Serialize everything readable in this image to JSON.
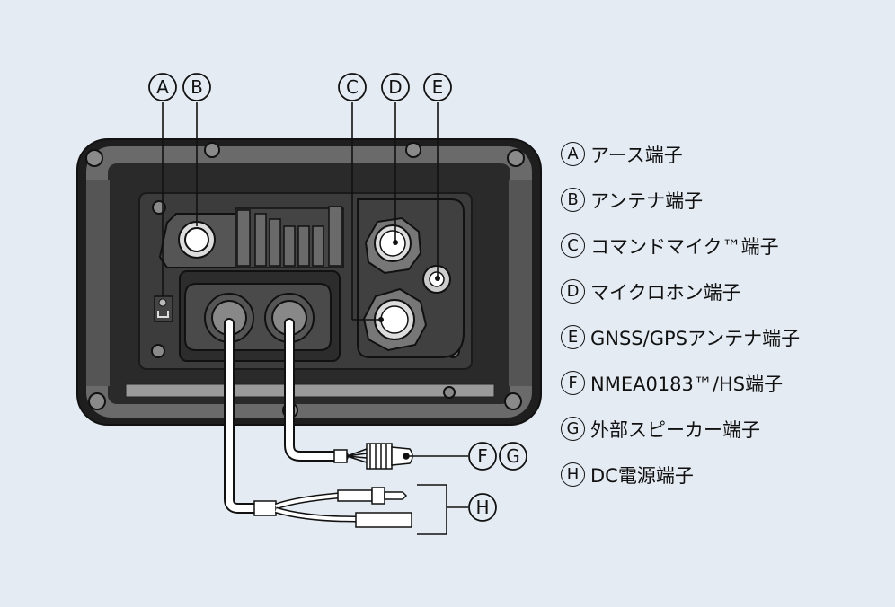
{
  "callouts": {
    "a": "A",
    "b": "B",
    "c": "C",
    "d": "D",
    "e": "E",
    "f": "F",
    "g": "G",
    "h": "H"
  },
  "legend": [
    {
      "letter": "A",
      "label": "アース端子"
    },
    {
      "letter": "B",
      "label": "アンテナ端子"
    },
    {
      "letter": "C",
      "label": "コマンドマイク™端子"
    },
    {
      "letter": "D",
      "label": "マイクロホン端子"
    },
    {
      "letter": "E",
      "label": "GNSS/GPSアンテナ端子"
    },
    {
      "letter": "F",
      "label": "NMEA0183™/HS端子"
    },
    {
      "letter": "G",
      "label": "外部スピーカー端子"
    },
    {
      "letter": "H",
      "label": "DC電源端子"
    }
  ],
  "colors": {
    "background": "#e4ebf3",
    "line": "#111111",
    "device_dark": "#2b2b2b",
    "device_panel": "#4a4a4a",
    "cable": "#ffffff"
  }
}
